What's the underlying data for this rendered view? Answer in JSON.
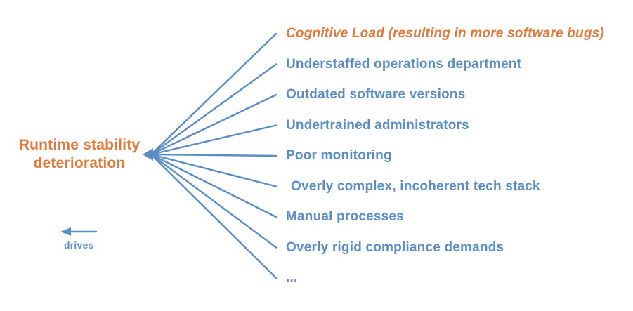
{
  "colors": {
    "blue": "#5b8dc4",
    "orange": "#e0793e"
  },
  "diagram": {
    "effect": {
      "line1": "Runtime stability",
      "line2": "deterioration"
    },
    "causes": [
      {
        "label": "Cognitive Load (resulting in more software bugs)",
        "emphasis": true
      },
      {
        "label": "Understaffed operations department",
        "emphasis": false
      },
      {
        "label": "Outdated software versions",
        "emphasis": false
      },
      {
        "label": "Undertrained administrators",
        "emphasis": false
      },
      {
        "label": "Poor monitoring",
        "emphasis": false
      },
      {
        "label": "Overly complex, incoherent tech stack",
        "emphasis": false
      },
      {
        "label": "Manual processes",
        "emphasis": false
      },
      {
        "label": "Overly rigid compliance demands",
        "emphasis": false
      },
      {
        "label": "...",
        "emphasis": false
      }
    ],
    "legend": {
      "arrow_label": "drives"
    }
  }
}
